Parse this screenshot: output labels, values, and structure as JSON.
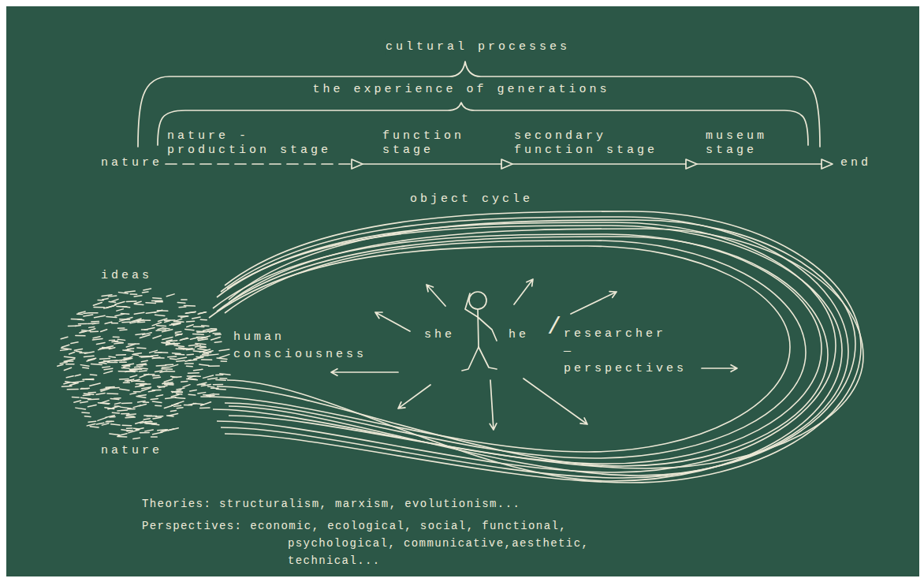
{
  "diagram": {
    "nodes": [
      {
        "text": [
          "object cycle",
          "ideas",
          "human consciousness",
          "she",
          "he",
          "/",
          "researcher — perspectives",
          "nature"
        ]
      }
    ],
    "labels": [
      "cultural processes",
      "the experience of generations",
      "nature",
      "nature - production stage",
      "function stage",
      "secondary function stage",
      "museum stage",
      "end",
      "Theories: structuralism, marxism, evolutionism...",
      "Perspectives: economic, ecological, social, functional, psychological, communicative,aesthetic, technical..."
    ]
  }
}
